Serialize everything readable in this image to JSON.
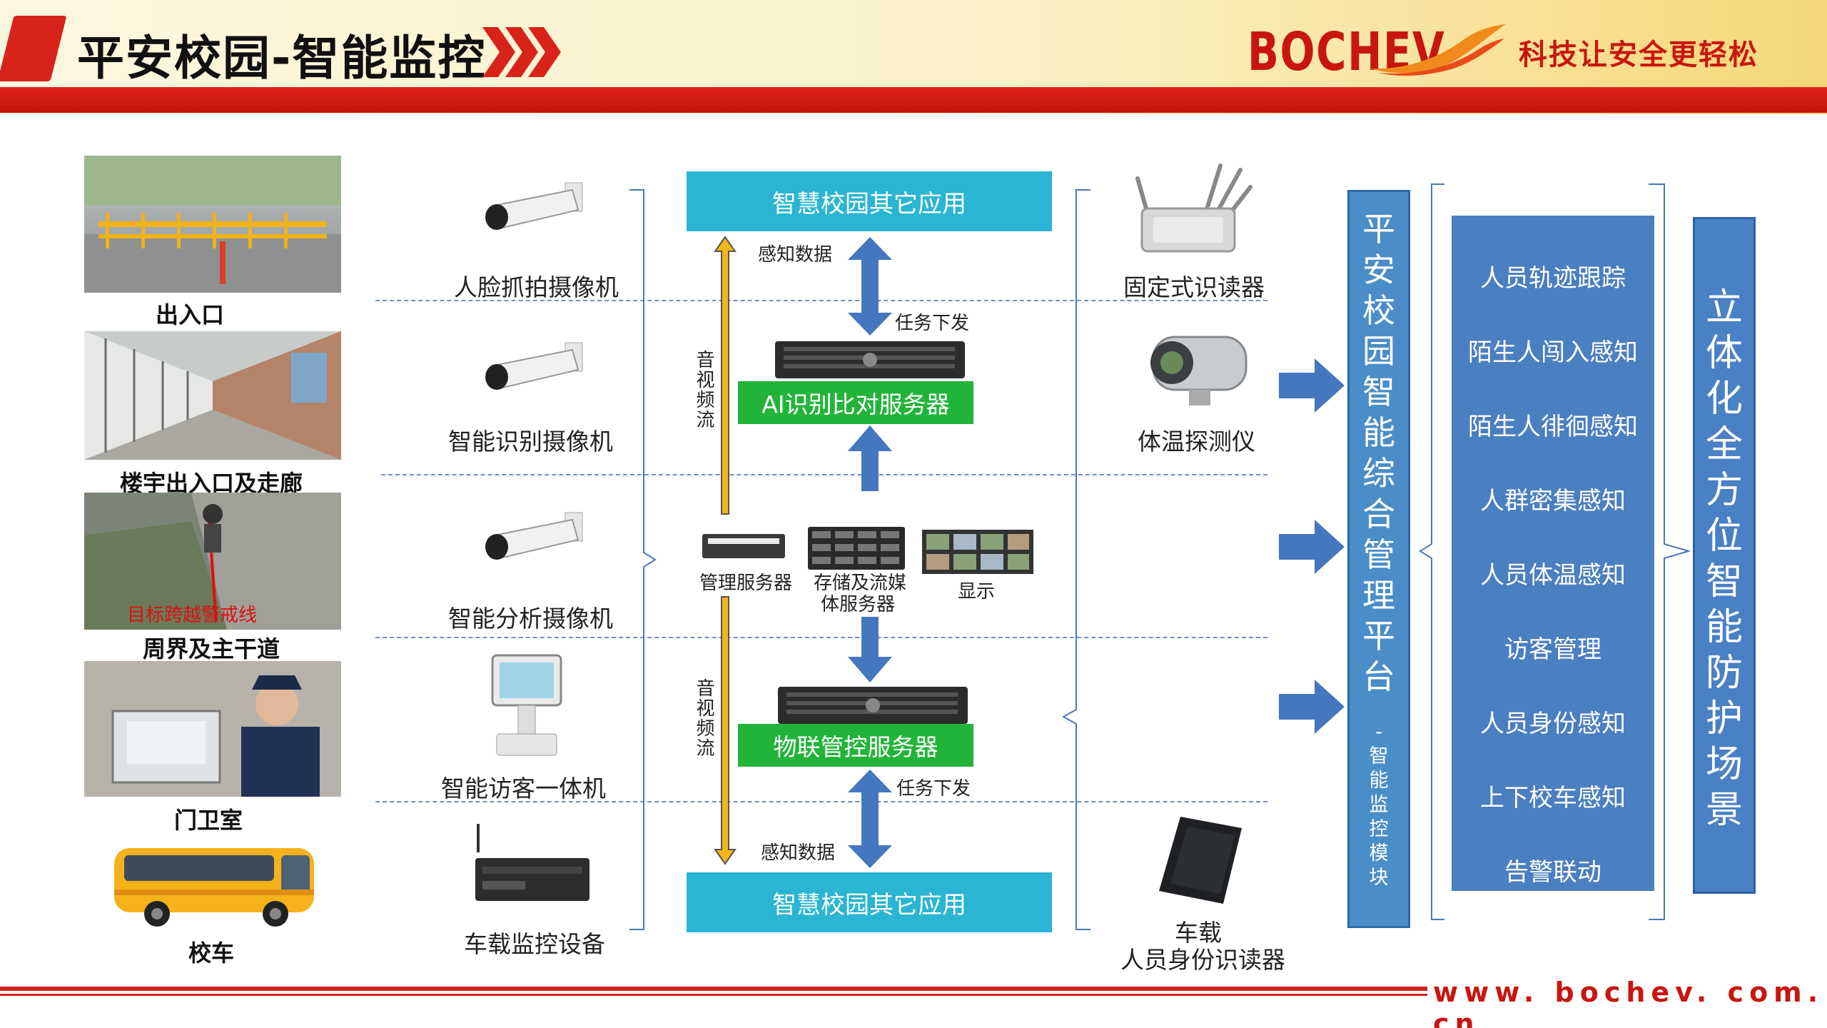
{
  "header": {
    "title": "平安校园-智能监控",
    "logo": "BOCHEV",
    "slogan": "科技让安全更轻松"
  },
  "scenes": [
    {
      "label": "出入口"
    },
    {
      "label": "楼宇出入口及走廊"
    },
    {
      "label": "周界及主干道",
      "photo_overlay_text": "目标跨越警戒线"
    },
    {
      "label": "门卫室"
    },
    {
      "label": "校车"
    }
  ],
  "devices_left": [
    {
      "label": "人脸抓拍摄像机"
    },
    {
      "label": "智能识别摄像机"
    },
    {
      "label": "智能分析摄像机"
    },
    {
      "label": "智能访客一体机"
    },
    {
      "label": "车载监控设备"
    }
  ],
  "center": {
    "top_app": "智慧校园其它应用",
    "bottom_app": "智慧校园其它应用",
    "ai_server": "AI识别比对服务器",
    "iot_server": "物联管控服务器",
    "sense_data_top": "感知数据",
    "task_top": "任务下发",
    "task_bottom": "任务下发",
    "sense_data_bottom": "感知数据",
    "av_stream_top": "音视频流",
    "av_stream_bottom": "音视频流",
    "mgmt_server": "管理服务器",
    "storage_server_line1": "存储及流媒",
    "storage_server_line2": "体服务器",
    "display": "显示"
  },
  "devices_right": [
    {
      "label": "固定式识读器"
    },
    {
      "label": "体温探测仪"
    },
    {
      "label_line1": "车载",
      "label_line2": "人员身份识读器"
    }
  ],
  "platform": {
    "title": "平安校园智能综合管理平台",
    "subtitle": "-智能监控模块"
  },
  "functions": [
    "人员轨迹跟踪",
    "陌生人闯入感知",
    "陌生人徘徊感知",
    "人群密集感知",
    "人员体温感知",
    "访客管理",
    "人员身份感知",
    "上下校车感知",
    "告警联动"
  ],
  "summary": "立体化全方位智能防护场景",
  "footer": {
    "url": "www. bochev. com. cn"
  },
  "colors": {
    "brand_red": "#d8231b",
    "app_box": "#2ab5d4",
    "server_green": "#22b43a",
    "arrow_blue": "#4577bf",
    "stream_yellow": "#f3b51a",
    "panel_blue": "#4a7fc1"
  }
}
